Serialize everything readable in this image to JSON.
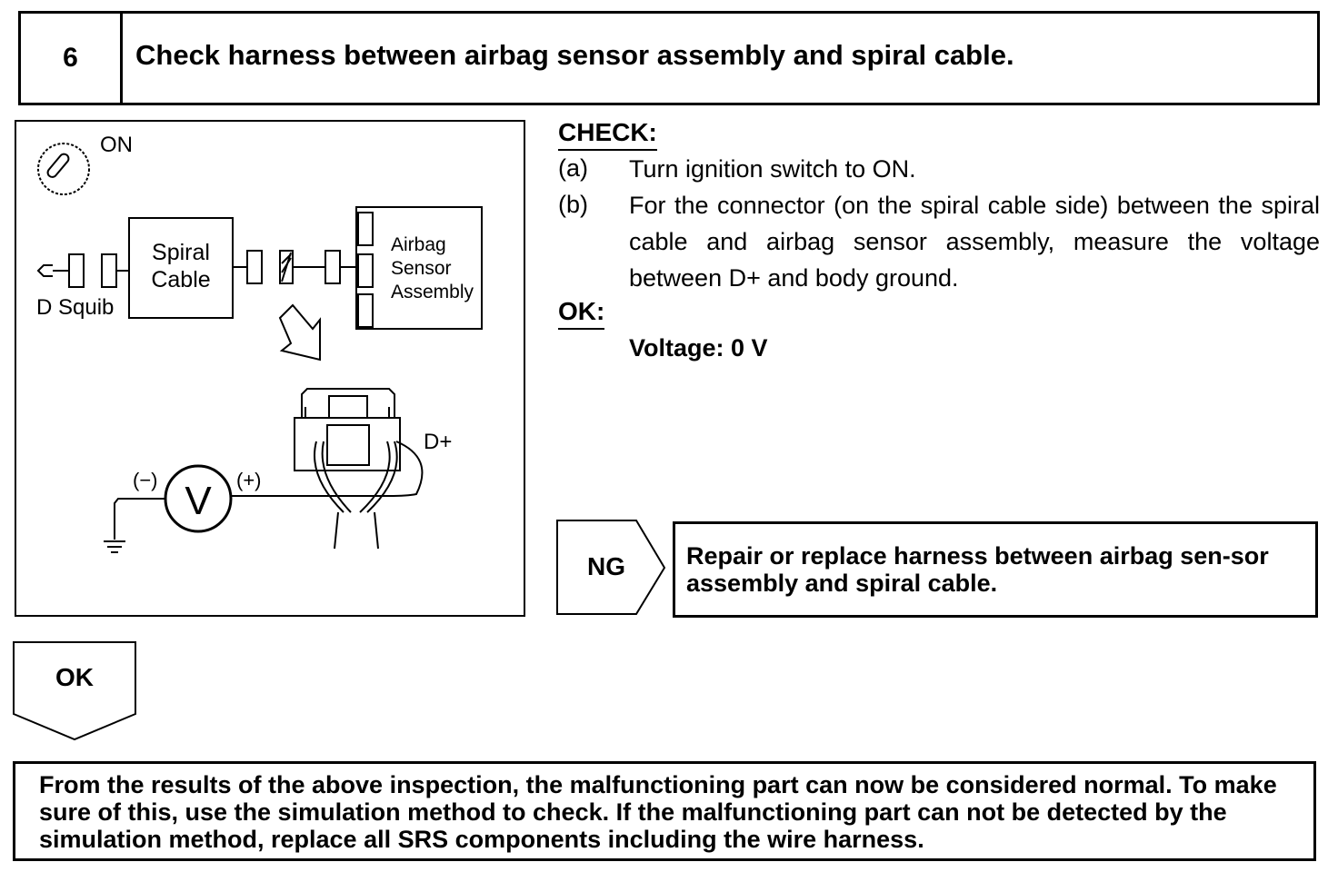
{
  "step": {
    "number": "6",
    "title": "Check harness between airbag sensor assembly and spiral cable."
  },
  "diagram": {
    "ignition_label": "ON",
    "squib_label": "D Squib",
    "spiral_label_line1": "Spiral",
    "spiral_label_line2": "Cable",
    "sensor_label_line1": "Airbag",
    "sensor_label_line2": "Sensor",
    "sensor_label_line3": "Assembly",
    "terminal_label": "D+",
    "meter_symbol": "V",
    "minus_label": "(−)",
    "plus_label": "(+)"
  },
  "check": {
    "heading": "CHECK:",
    "items": [
      {
        "letter": "(a)",
        "text": "Turn ignition switch to ON."
      },
      {
        "letter": "(b)",
        "text": "For the connector (on the spiral cable side) between the spiral cable and airbag sensor assembly, measure the voltage between D+ and body ground."
      }
    ]
  },
  "ok_spec": {
    "heading": "OK:",
    "value": "Voltage: 0 V"
  },
  "ng_branch": {
    "label": "NG",
    "text": "Repair or replace harness between airbag sen-sor assembly and spiral cable."
  },
  "ok_branch": {
    "label": "OK"
  },
  "conclusion": {
    "text": "From the results of the above inspection, the malfunctioning part can now be considered normal. To make sure of this, use the simulation method to check. If the malfunctioning part can not be detected by the simulation method, replace all SRS components including the wire harness."
  }
}
